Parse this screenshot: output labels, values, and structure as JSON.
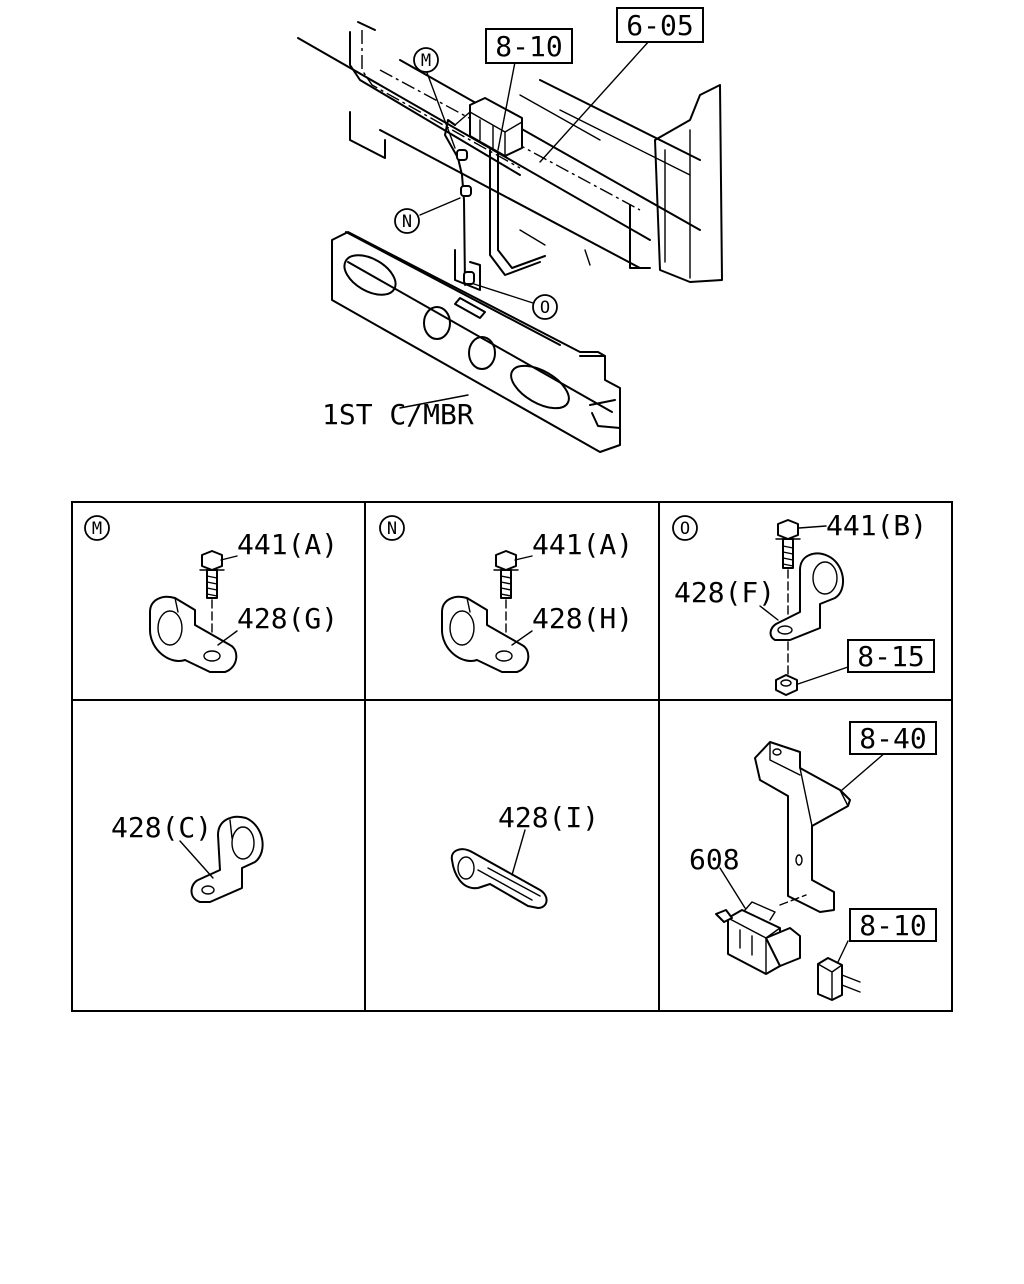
{
  "main_diagram": {
    "callouts": {
      "m": "M",
      "n": "N",
      "o": "O"
    },
    "ref_boxes": {
      "ref_8_10_top": "8-10",
      "ref_6_05": "6-05"
    },
    "frame_label": "1ST C/MBR"
  },
  "detail_grid": {
    "panel_m": {
      "marker": "M",
      "bolt_label": "441(A)",
      "clip_label": "428(G)"
    },
    "panel_n": {
      "marker": "N",
      "bolt_label": "441(A)",
      "clip_label": "428(H)"
    },
    "panel_o": {
      "marker": "O",
      "bolt_label": "441(B)",
      "clip_label": "428(F)",
      "nut_ref": "8-15"
    },
    "panel_c": {
      "clip_label": "428(C)"
    },
    "panel_i": {
      "clip_label": "428(I)"
    },
    "panel_switch": {
      "bracket_ref": "8-40",
      "switch_label": "608",
      "connector_ref": "8-10"
    }
  }
}
